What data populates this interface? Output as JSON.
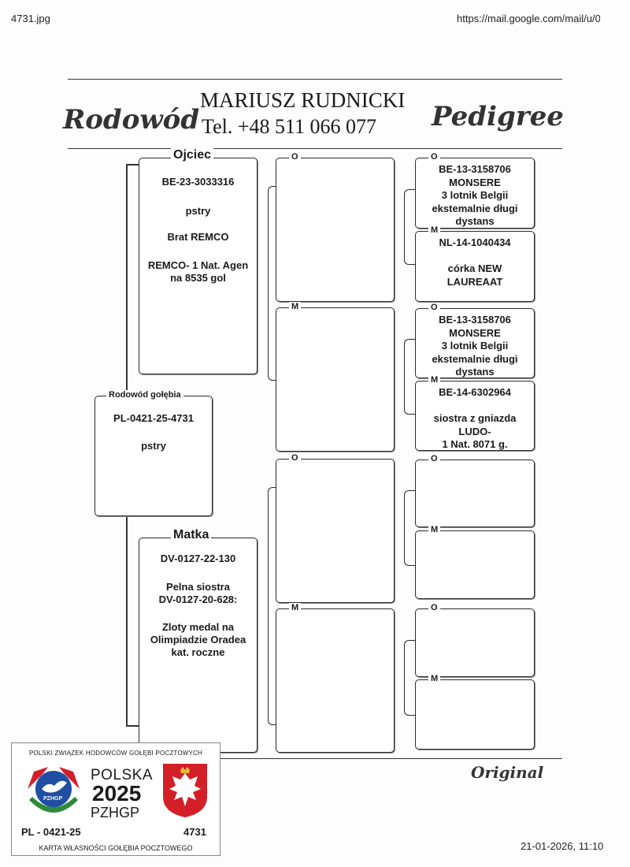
{
  "browser": {
    "filename": "4731.jpg",
    "url": "https://mail.google.com/mail/u/0/",
    "timestamp": "21-01-2026, 11:10"
  },
  "header": {
    "title_left": "Rodowód",
    "owner": "MARIUSZ RUDNICKI",
    "phone": "Tel. +48 511 066 077",
    "title_right": "Pedigree"
  },
  "pigeon": {
    "legend": "Rodowód gołębia",
    "ring": "PL-0421-25-4731",
    "color": "pstry"
  },
  "father": {
    "legend": "Ojciec",
    "ring": "BE-23-3033316",
    "color": "pstry",
    "note1": "Brat REMCO",
    "note2": "REMCO- 1 Nat. Agen",
    "note3": "na 8535 gol"
  },
  "mother": {
    "legend": "Matka",
    "ring": "DV-0127-22-130",
    "note1": "Pelna siostra",
    "note2": "DV-0127-20-628:",
    "note3": "Zloty medal na",
    "note4": "Olimpiadzie Oradea",
    "note5": "kat. roczne"
  },
  "grandparents": {
    "o_label": "O",
    "m_label": "M"
  },
  "great": [
    {
      "label": "O",
      "lines": [
        "BE-13-3158706",
        "MONSERE",
        "3 lotnik Belgii",
        "ekstemalnie długi",
        "dystans"
      ]
    },
    {
      "label": "M",
      "lines": [
        "NL-14-1040434",
        "",
        "córka NEW",
        "LAUREAAT"
      ]
    },
    {
      "label": "O",
      "lines": [
        "BE-13-3158706",
        "MONSERE",
        "3 lotnik Belgii",
        "ekstemalnie długi",
        "dystans"
      ]
    },
    {
      "label": "M",
      "lines": [
        "BE-14-6302964",
        "",
        "siostra z gniazda",
        "LUDO-",
        "1 Nat. 8071 g."
      ]
    },
    {
      "label": "O",
      "lines": []
    },
    {
      "label": "M",
      "lines": []
    },
    {
      "label": "O",
      "lines": []
    },
    {
      "label": "M",
      "lines": []
    }
  ],
  "footer": {
    "original": "Original"
  },
  "card": {
    "org": "POLSKI ZWIĄZEK HODOWCÓW GOŁĘBI POCZTOWYCH",
    "country": "POLSKA",
    "year": "2025",
    "abbr": "PZHGP",
    "logo_text": "PZHGP",
    "ring_prefix": "PL - 0421-25",
    "ring_number": "4731",
    "caption": "KARTA  WŁASNOŚCI GOŁĘBIA POCZTOWEGO"
  },
  "colors": {
    "card_red": "#d32028",
    "card_blue": "#1f4ea3",
    "card_green": "#2d8a3a"
  }
}
